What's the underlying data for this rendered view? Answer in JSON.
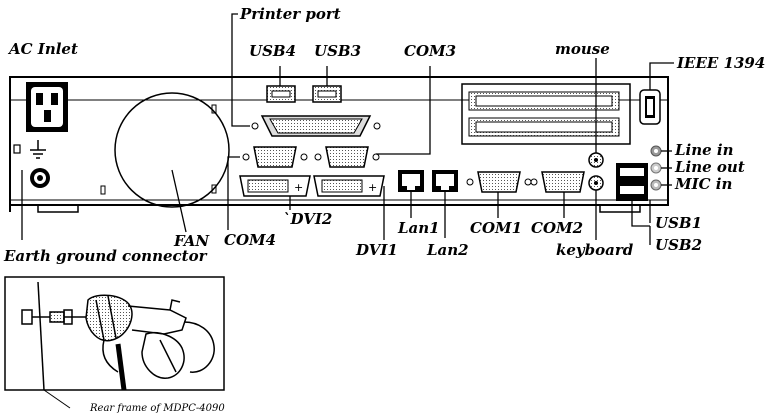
{
  "labels": {
    "printer_port": "Printer port",
    "ac_inlet": "AC Inlet",
    "usb4": "USB4",
    "usb3": "USB3",
    "com3": "COM3",
    "mouse": "mouse",
    "ieee1394": "IEEE 1394",
    "line_in": "Line in",
    "line_out": "Line out",
    "mic_in": "MIC in",
    "usb1": "USB1",
    "usb2": "USB2",
    "fan": "FAN",
    "com4": "COM4",
    "dvi2": "`DVI2",
    "dvi1": "DVI1",
    "lan1": "Lan1",
    "lan2": "Lan2",
    "com1": "COM1",
    "com2": "COM2",
    "keyboard": "keyboard",
    "earth_ground": "Earth ground connector",
    "rear_frame": "Rear frame of MDPC-4090"
  }
}
